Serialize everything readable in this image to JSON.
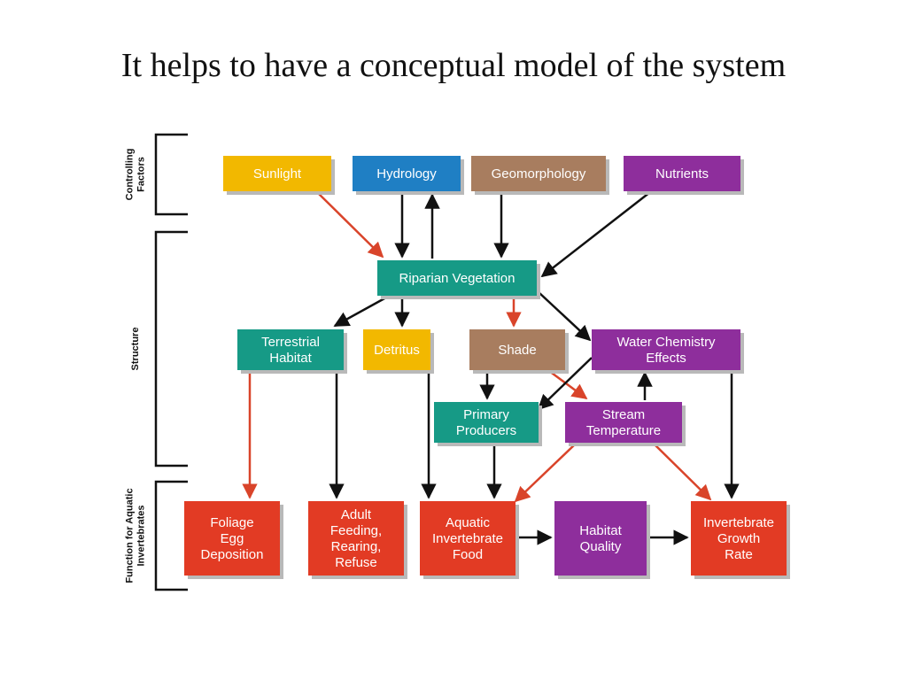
{
  "title": "It helps to have a conceptual model of the system",
  "sections": [
    {
      "id": "controlling",
      "lines": [
        "Controlling",
        "Factors"
      ]
    },
    {
      "id": "structure",
      "lines": [
        "Structure"
      ]
    },
    {
      "id": "function",
      "lines": [
        "Function for Aquatic",
        "Invertebrates"
      ]
    }
  ],
  "colors": {
    "yellow": "#f2b800",
    "blue": "#1f7fc4",
    "brown": "#a87d5f",
    "purple": "#8e2e9c",
    "teal": "#169a86",
    "red": "#e23b24",
    "black_arrow": "#111111",
    "red_arrow": "#d9442a"
  },
  "nodes": [
    {
      "id": "sunlight",
      "color": "yellow",
      "lines": [
        "Sunlight"
      ]
    },
    {
      "id": "hydrology",
      "color": "blue",
      "lines": [
        "Hydrology"
      ]
    },
    {
      "id": "geomorphology",
      "color": "brown",
      "lines": [
        "Geomorphology"
      ]
    },
    {
      "id": "nutrients",
      "color": "purple",
      "lines": [
        "Nutrients"
      ]
    },
    {
      "id": "riparian",
      "color": "teal",
      "lines": [
        "Riparian Vegetation"
      ]
    },
    {
      "id": "terrestrial",
      "color": "teal",
      "lines": [
        "Terrestrial",
        "Habitat"
      ]
    },
    {
      "id": "detritus",
      "color": "yellow",
      "lines": [
        "Detritus"
      ]
    },
    {
      "id": "shade",
      "color": "brown",
      "lines": [
        "Shade"
      ]
    },
    {
      "id": "waterchem",
      "color": "purple",
      "lines": [
        "Water Chemistry",
        "Effects"
      ]
    },
    {
      "id": "primary",
      "color": "teal",
      "lines": [
        "Primary",
        "Producers"
      ]
    },
    {
      "id": "streamtemp",
      "color": "purple",
      "lines": [
        "Stream",
        "Temperature"
      ]
    },
    {
      "id": "foliage",
      "color": "red",
      "lines": [
        "Foliage",
        "Egg",
        "Deposition"
      ]
    },
    {
      "id": "adult",
      "color": "red",
      "lines": [
        "Adult",
        "Feeding,",
        "Rearing,",
        "Refuse"
      ]
    },
    {
      "id": "aquaticfood",
      "color": "red",
      "lines": [
        "Aquatic",
        "Invertebrate",
        "Food"
      ]
    },
    {
      "id": "habitatquality",
      "color": "purple",
      "lines": [
        "Habitat",
        "Quality"
      ]
    },
    {
      "id": "growth",
      "color": "red",
      "lines": [
        "Invertebrate",
        "Growth",
        "Rate"
      ]
    }
  ],
  "edges": [
    {
      "from": "sunlight",
      "to": "riparian",
      "color": "red_arrow"
    },
    {
      "from": "hydrology",
      "to": "riparian",
      "color": "black_arrow"
    },
    {
      "from": "riparian",
      "to": "hydrology",
      "color": "black_arrow"
    },
    {
      "from": "geomorphology",
      "to": "riparian",
      "color": "black_arrow"
    },
    {
      "from": "nutrients",
      "to": "riparian",
      "color": "black_arrow"
    },
    {
      "from": "riparian",
      "to": "terrestrial",
      "color": "black_arrow"
    },
    {
      "from": "riparian",
      "to": "detritus",
      "color": "black_arrow"
    },
    {
      "from": "riparian",
      "to": "shade",
      "color": "red_arrow"
    },
    {
      "from": "riparian",
      "to": "waterchem",
      "color": "black_arrow"
    },
    {
      "from": "shade",
      "to": "primary",
      "color": "black_arrow"
    },
    {
      "from": "shade",
      "to": "streamtemp",
      "color": "red_arrow"
    },
    {
      "from": "waterchem",
      "to": "primary",
      "color": "black_arrow"
    },
    {
      "from": "streamtemp",
      "to": "waterchem",
      "color": "black_arrow"
    },
    {
      "from": "terrestrial",
      "to": "foliage",
      "color": "red_arrow"
    },
    {
      "from": "terrestrial",
      "to": "adult",
      "color": "black_arrow"
    },
    {
      "from": "detritus",
      "to": "aquaticfood",
      "color": "black_arrow"
    },
    {
      "from": "primary",
      "to": "aquaticfood",
      "color": "black_arrow"
    },
    {
      "from": "streamtemp",
      "to": "aquaticfood",
      "color": "red_arrow"
    },
    {
      "from": "streamtemp",
      "to": "growth",
      "color": "red_arrow"
    },
    {
      "from": "waterchem",
      "to": "growth",
      "color": "black_arrow"
    },
    {
      "from": "aquaticfood",
      "to": "habitatquality",
      "color": "black_arrow"
    },
    {
      "from": "habitatquality",
      "to": "growth",
      "color": "black_arrow"
    }
  ]
}
